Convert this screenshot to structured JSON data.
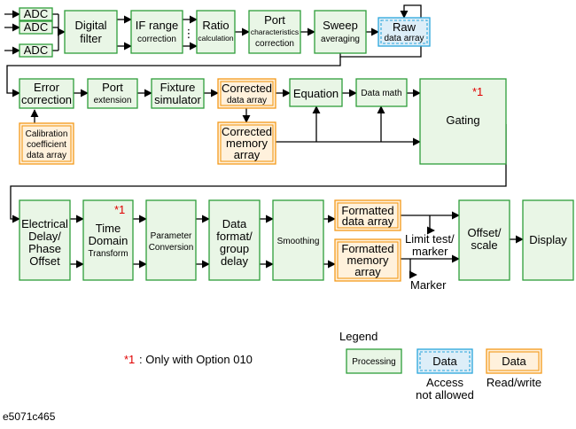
{
  "colors": {
    "processing_fill": "#e9f6e6",
    "processing_stroke": "#2e9e3a",
    "readwrite_fill": "#fff1dc",
    "readwrite_stroke": "#f39a1a",
    "access_fill": "#ddeef8",
    "access_stroke": "#2aa6dc",
    "note": "#e00000",
    "line": "#000000"
  },
  "row1": {
    "adc1": "ADC",
    "adc2": "ADC",
    "adc3": "ADC",
    "digital_filter": [
      "Digital",
      "filter"
    ],
    "if_range": [
      "IF range",
      "correction"
    ],
    "ratio": [
      "Ratio",
      "calculation"
    ],
    "port_char": [
      "Port",
      "characteristics",
      "correction"
    ],
    "sweep_avg": [
      "Sweep",
      "averaging"
    ],
    "raw_data": [
      "Raw",
      "data array"
    ]
  },
  "row2": {
    "error_corr": [
      "Error",
      "correction"
    ],
    "port_ext": [
      "Port",
      "extension"
    ],
    "fixture": [
      "Fixture",
      "simulator"
    ],
    "corrected_data": [
      "Corrected",
      "data array"
    ],
    "equation": "Equation",
    "data_math": "Data math",
    "gating": "Gating",
    "gating_note": "*1",
    "cal_coeff": [
      "Calibration",
      "coefficient",
      "data array"
    ],
    "corrected_mem": [
      "Corrected",
      "memory",
      "array"
    ]
  },
  "row3": {
    "elec_delay": [
      "Electrical",
      "Delay/",
      "Phase",
      "Offset"
    ],
    "time_domain": [
      "Time",
      "Domain",
      "Transform"
    ],
    "time_domain_note": "*1",
    "param_conv": [
      "Parameter",
      "Conversion"
    ],
    "data_format": [
      "Data",
      "format/",
      "group",
      "delay"
    ],
    "smoothing": "Smoothing",
    "formatted_data": [
      "Formatted",
      "data array"
    ],
    "formatted_mem": [
      "Formatted",
      "memory",
      "array"
    ],
    "limit_test": [
      "Limit test/",
      "marker"
    ],
    "marker": "Marker",
    "offset_scale": [
      "Offset/",
      "scale"
    ],
    "display": "Display"
  },
  "legend": {
    "title": "Legend",
    "processing": "Processing",
    "access": "Data",
    "access_caption": [
      "Access",
      "not allowed"
    ],
    "readwrite": "Data",
    "readwrite_caption": "Read/write"
  },
  "footnote": {
    "mark": "*1",
    "text": ": Only with Option 010"
  },
  "figure_id": "e5071c465"
}
